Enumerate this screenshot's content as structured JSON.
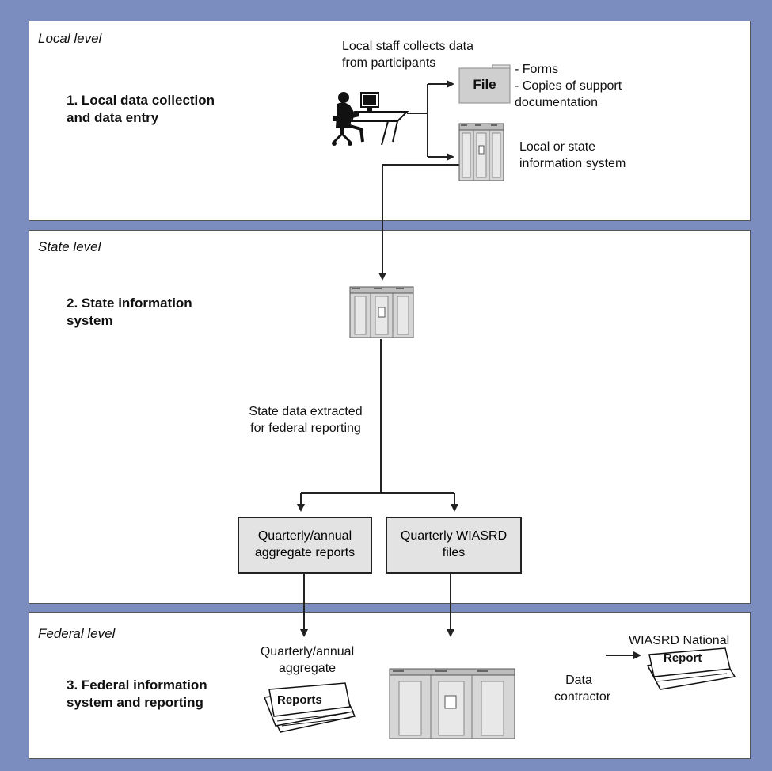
{
  "levels": {
    "local": {
      "title": "Local level",
      "step": "1. Local data collection\nand data entry",
      "staff_caption": "Local staff collects data\nfrom participants",
      "file_label": "File",
      "file_items": "- Forms\n- Copies of support\n  documentation",
      "system_label": "Local or state\ninformation system"
    },
    "state": {
      "title": "State level",
      "step": "2. State information\n    system",
      "extract_caption": "State data extracted\nfor federal reporting",
      "box_aggregate": "Quarterly/annual\naggregate reports",
      "box_wiasrd": "Quarterly WIASRD\nfiles"
    },
    "federal": {
      "title": "Federal level",
      "step": "3. Federal information\n    system and reporting",
      "aggregate_caption": "Quarterly/annual\naggregate",
      "reports_label": "Reports",
      "contractor_label": "Data\ncontractor",
      "national_caption": "WIASRD National",
      "report_label": "Report"
    }
  },
  "icons": [
    "computer-user-icon",
    "file-folder-icon",
    "server-icon",
    "report-stack-icon"
  ],
  "colors": {
    "frame": "#7b8dbf",
    "box_fill": "#e3e3e3",
    "server_fill": "#d6d6d6"
  }
}
